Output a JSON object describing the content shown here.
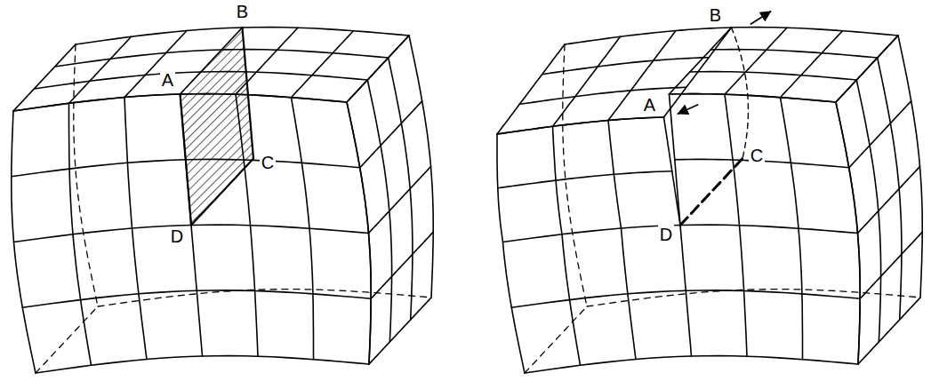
{
  "diagram": {
    "labels": [
      "A",
      "B",
      "C",
      "D",
      "A",
      "B",
      "C",
      "D"
    ]
  }
}
